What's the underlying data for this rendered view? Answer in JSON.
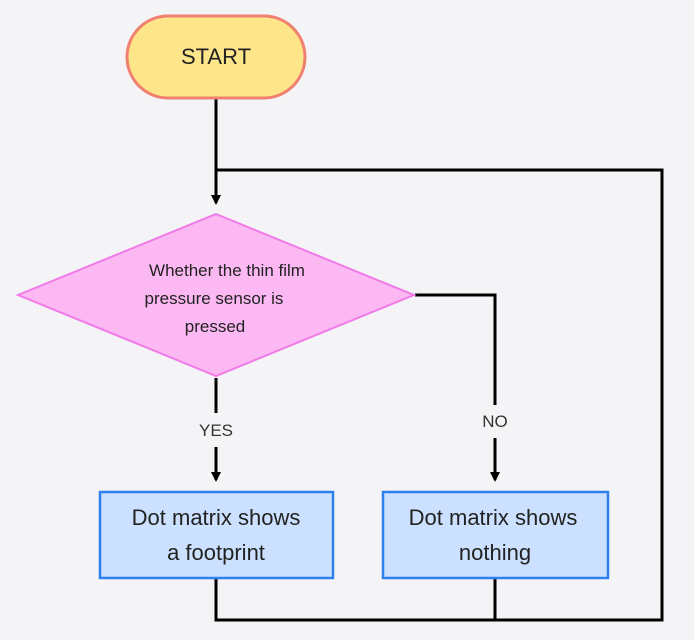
{
  "flowchart": {
    "start": {
      "label": "START",
      "fill": "#fde68a",
      "stroke": "#f08070"
    },
    "decision": {
      "lines": [
        "Whether the thin film",
        "pressure sensor is",
        "pressed"
      ],
      "fill": "#fbb8f2",
      "stroke": "#f07be8"
    },
    "process_yes": {
      "lines": [
        "Dot matrix shows",
        "a footprint"
      ],
      "fill": "#cce1ff",
      "stroke": "#2f80ed"
    },
    "process_no": {
      "lines": [
        "Dot matrix shows",
        "nothing"
      ],
      "fill": "#cce1ff",
      "stroke": "#2f80ed"
    },
    "edges": {
      "yes_label": "YES",
      "no_label": "NO"
    },
    "line_color": "#000000"
  }
}
